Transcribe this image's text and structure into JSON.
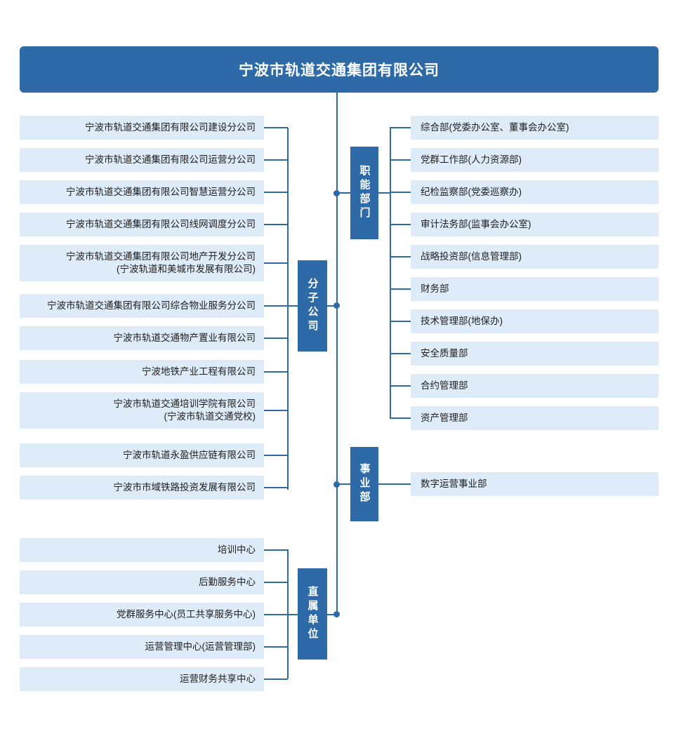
{
  "header": {
    "title": "宁波市轨道交通集团有限公司"
  },
  "colors": {
    "brand_blue": "#2e6aa8",
    "leaf_fill": "#deecf9",
    "leaf_text": "#1d1d1d",
    "header_text": "#ffffff"
  },
  "groups": {
    "subsidiaries": {
      "label": "分子公司",
      "items": [
        {
          "text": "宁波市轨道交通集团有限公司建设分公司"
        },
        {
          "text": "宁波市轨道交通集团有限公司运营分公司"
        },
        {
          "text": "宁波市轨道交通集团有限公司智慧运营分公司"
        },
        {
          "text": "宁波市轨道交通集团有限公司线网调度分公司"
        },
        {
          "text": "宁波市轨道交通集团有限公司地产开发分公司",
          "text2": "(宁波轨道和美城市发展有限公司)"
        },
        {
          "text": "宁波市轨道交通集团有限公司综合物业服务分公司"
        },
        {
          "text": "宁波市轨道交通物产置业有限公司"
        },
        {
          "text": "宁波地铁产业工程有限公司"
        },
        {
          "text": "宁波市轨道交通培训学院有限公司",
          "text2": "(宁波市轨道交通党校)"
        },
        {
          "text": "宁波市轨道永盈供应链有限公司"
        },
        {
          "text": "宁波市市域铁路投资发展有限公司"
        }
      ]
    },
    "functional_departments": {
      "label": "职能部门",
      "items": [
        {
          "text": "综合部(党委办公室、董事会办公室)"
        },
        {
          "text": "党群工作部(人力资源部)"
        },
        {
          "text": "纪检监察部(党委巡察办)"
        },
        {
          "text": "审计法务部(监事会办公室)"
        },
        {
          "text": "战略投资部(信息管理部)"
        },
        {
          "text": "财务部"
        },
        {
          "text": "技术管理部(地保办)"
        },
        {
          "text": "安全质量部"
        },
        {
          "text": "合约管理部"
        },
        {
          "text": "资产管理部"
        }
      ]
    },
    "business_division": {
      "label": "事业部",
      "items": [
        {
          "text": "数字运营事业部"
        }
      ]
    },
    "direct_units": {
      "label": "直属单位",
      "items": [
        {
          "text": "培训中心"
        },
        {
          "text": "后勤服务中心"
        },
        {
          "text": "党群服务中心(员工共享服务中心)"
        },
        {
          "text": "运营管理中心(运营管理部)"
        },
        {
          "text": "运营财务共享中心"
        }
      ]
    }
  }
}
